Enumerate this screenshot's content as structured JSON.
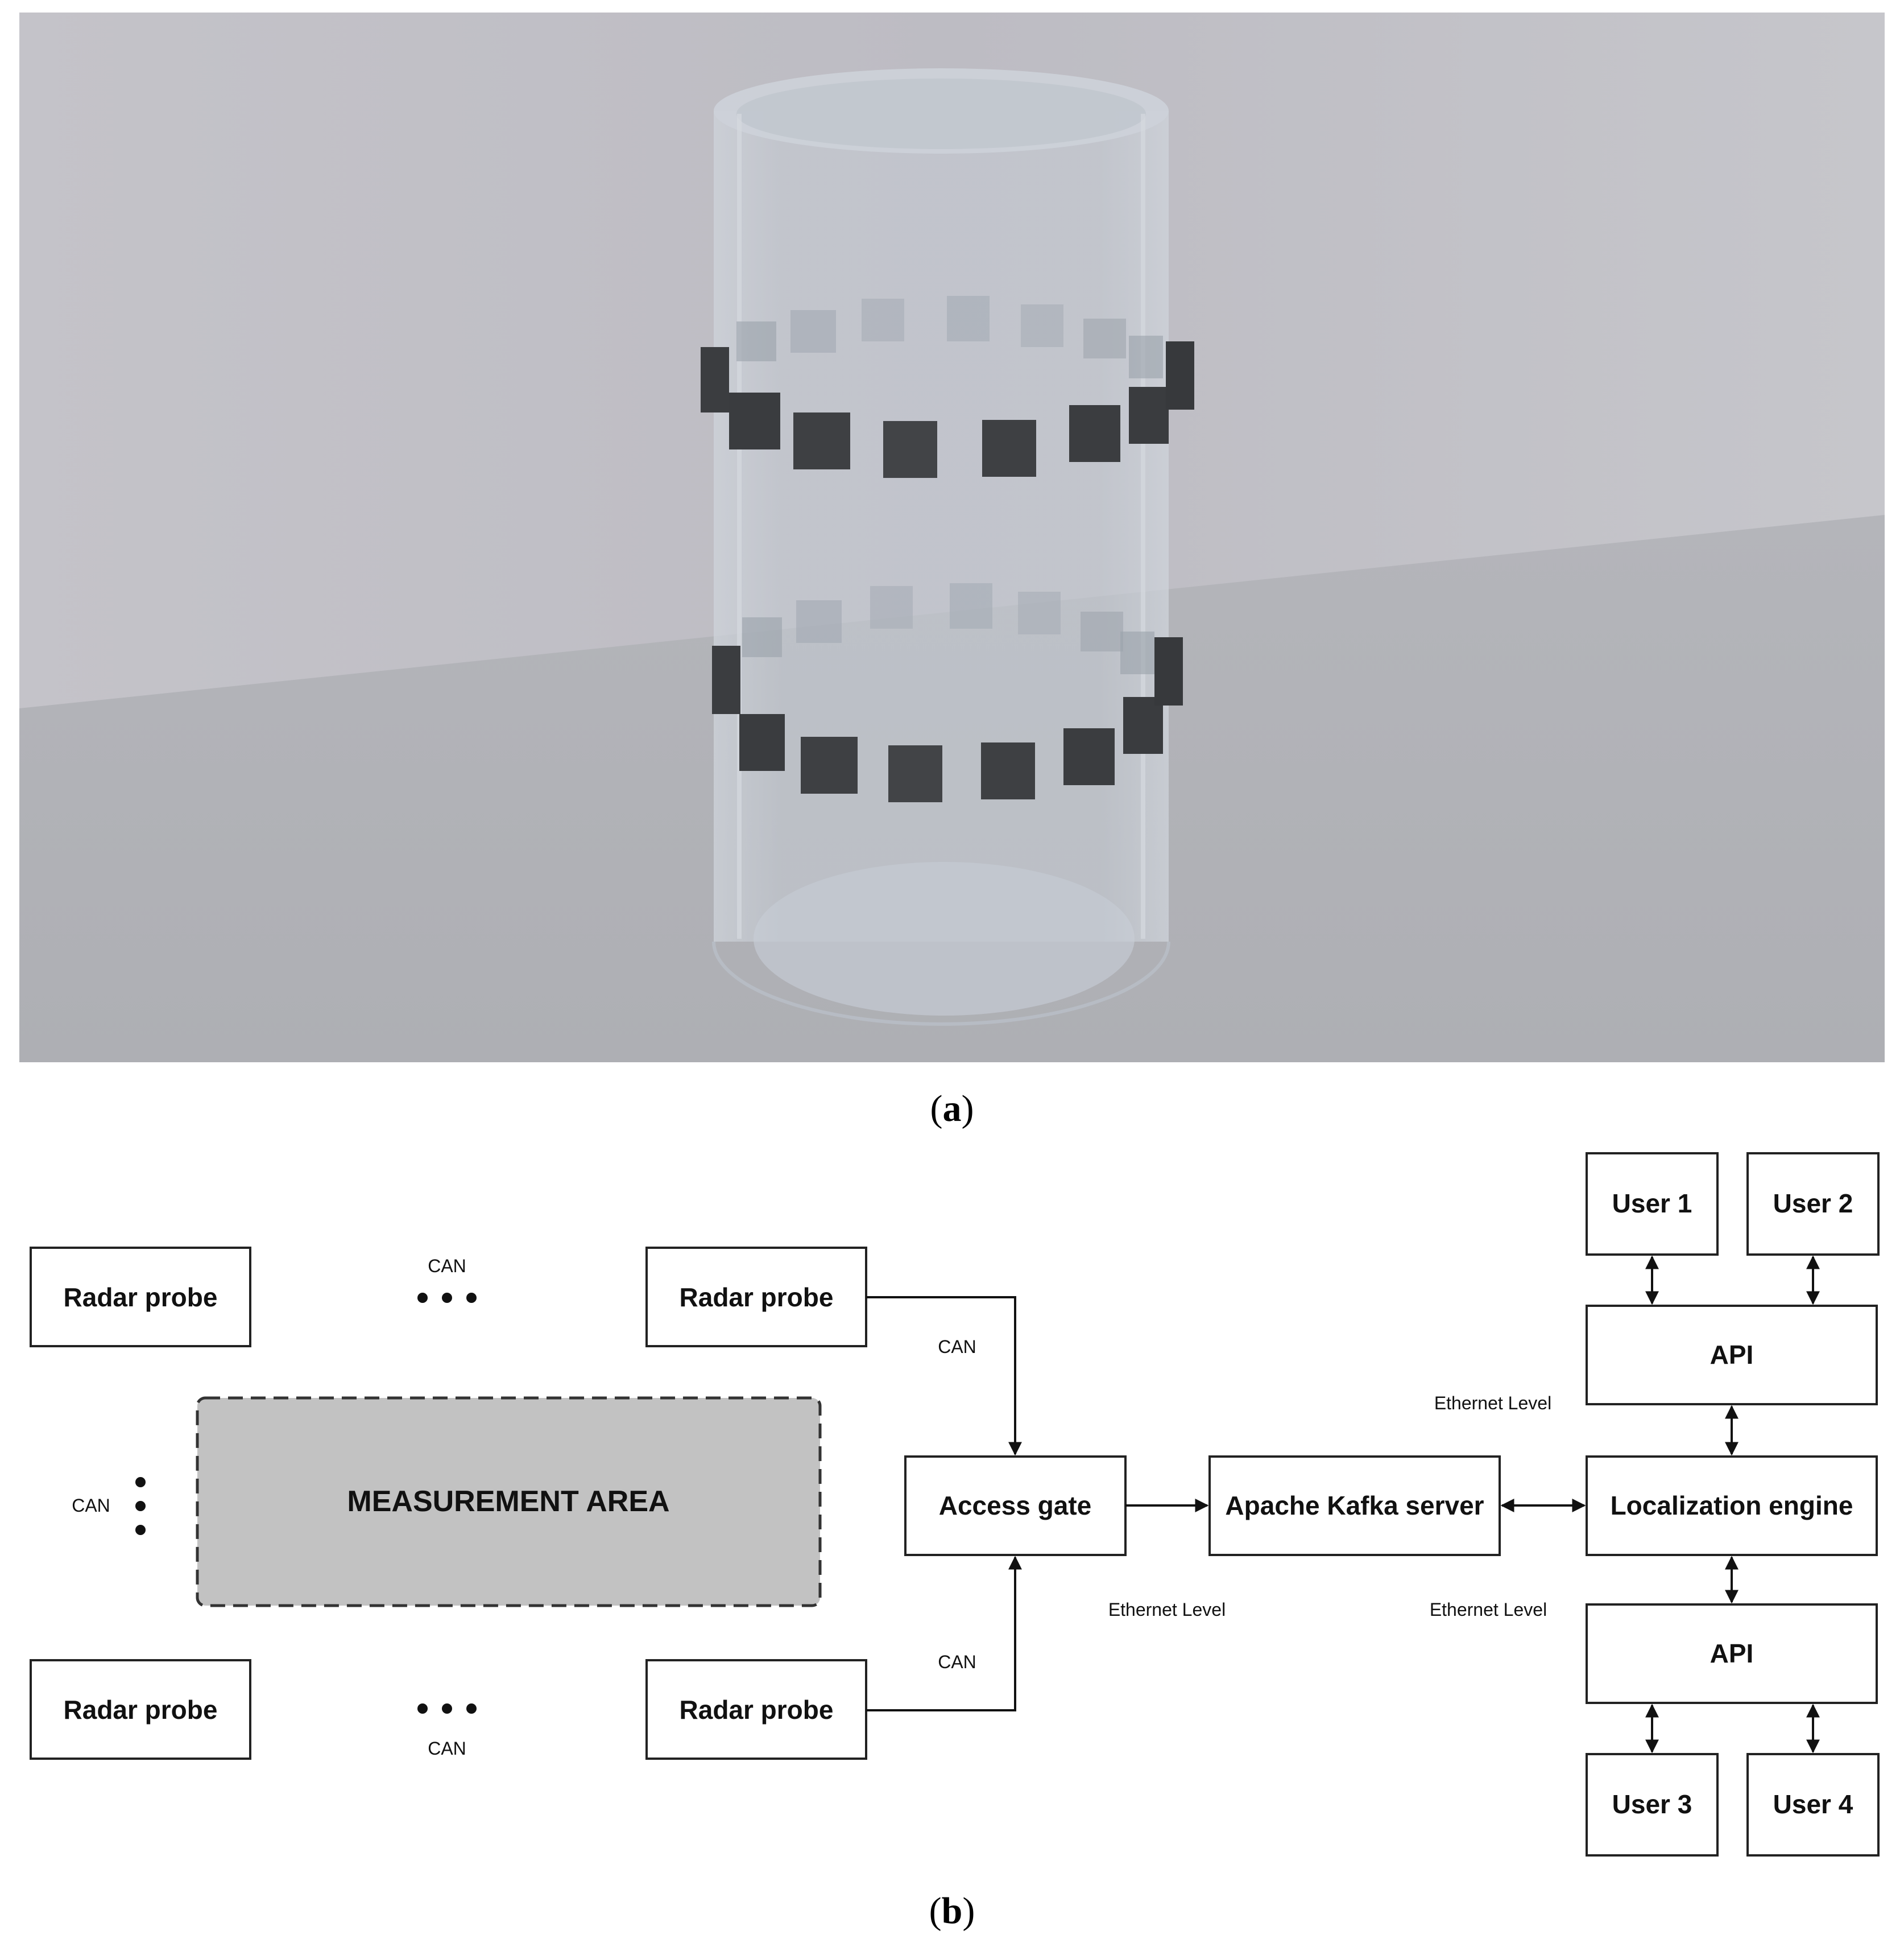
{
  "panel_a": {
    "caption_letter": "a",
    "background_top": "#c1c0c6",
    "floor_color": "#b2b3b8",
    "tube_color": "#c6ccd4",
    "sensor_color": "#3d3f42"
  },
  "panel_b": {
    "caption_letter": "b",
    "radar_probe_label": "Radar probe",
    "measurement_area_label": "MEASUREMENT AREA",
    "can_label": "CAN",
    "ethernet_label": "Ethernet Level",
    "access_gate_label": "Access gate",
    "kafka_label": "Apache Kafka server",
    "localization_label": "Localization engine",
    "api_label": "API",
    "users": [
      "User 1",
      "User 2",
      "User 3",
      "User 4"
    ],
    "measurement_fill": "#c2c2c2"
  }
}
